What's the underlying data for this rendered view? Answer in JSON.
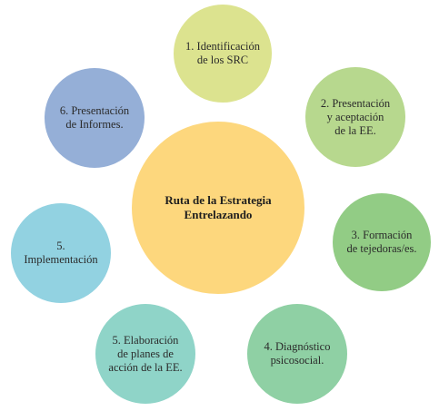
{
  "center": {
    "label": "Ruta de la Estrategia\nEntrelazando",
    "color": "#FDD77D"
  },
  "steps": [
    {
      "label": "1. Identificación\nde los SRC",
      "color": "#DCE38F"
    },
    {
      "label": "2. Presentación\ny aceptación\nde la EE.",
      "color": "#B7D88E"
    },
    {
      "label": "3. Formación\nde tejedoras/es.",
      "color": "#92CC85"
    },
    {
      "label": "4. Diagnóstico\npsicosocial.",
      "color": "#8FD0A4"
    },
    {
      "label": "5. Elaboración\nde planes de\nacción de la EE.",
      "color": "#8FD4C8"
    },
    {
      "label": "5.\nImplementación",
      "color": "#92D2E1"
    },
    {
      "label": "6. Presentación\nde Informes.",
      "color": "#95AFD7"
    }
  ]
}
